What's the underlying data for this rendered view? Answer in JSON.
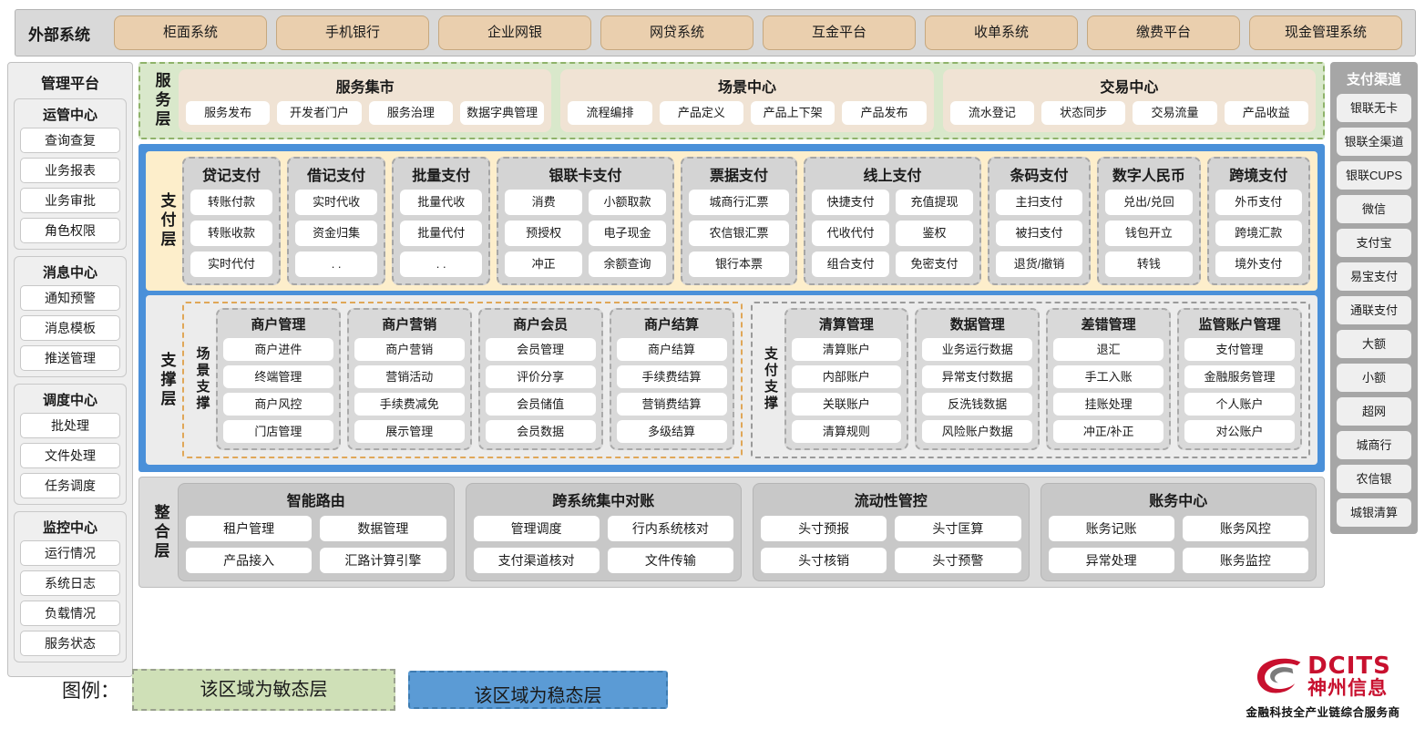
{
  "external": {
    "title": "外部系统",
    "systems": [
      "柜面系统",
      "手机银行",
      "企业网银",
      "网贷系统",
      "互金平台",
      "收单系统",
      "缴费平台",
      "现金管理系统"
    ]
  },
  "management": {
    "title": "管理平台",
    "groups": [
      {
        "title": "运管中心",
        "items": [
          "查询查复",
          "业务报表",
          "业务审批",
          "角色权限"
        ]
      },
      {
        "title": "消息中心",
        "items": [
          "通知预警",
          "消息模板",
          "推送管理"
        ]
      },
      {
        "title": "调度中心",
        "items": [
          "批处理",
          "文件处理",
          "任务调度"
        ]
      },
      {
        "title": "监控中心",
        "items": [
          "运行情况",
          "系统日志",
          "负载情况",
          "服务状态"
        ]
      }
    ]
  },
  "service_layer": {
    "label": "服务层",
    "cards": [
      {
        "title": "服务集市",
        "items": [
          "服务发布",
          "开发者门户",
          "服务治理",
          "数据字典管理"
        ]
      },
      {
        "title": "场景中心",
        "items": [
          "流程编排",
          "产品定义",
          "产品上下架",
          "产品发布"
        ]
      },
      {
        "title": "交易中心",
        "items": [
          "流水登记",
          "状态同步",
          "交易流量",
          "产品收益"
        ]
      }
    ]
  },
  "payment_layer": {
    "label": "支付层",
    "groups": [
      {
        "title": "贷记支付",
        "cols": 1,
        "items": [
          "转账付款",
          "转账收款",
          "实时代付"
        ]
      },
      {
        "title": "借记支付",
        "cols": 1,
        "items": [
          "实时代收",
          "资金归集",
          ". ."
        ]
      },
      {
        "title": "批量支付",
        "cols": 1,
        "items": [
          "批量代收",
          "批量代付",
          ". ."
        ]
      },
      {
        "title": "银联卡支付",
        "cols": 2,
        "items": [
          "消费",
          "小额取款",
          "预授权",
          "电子现金",
          "冲正",
          "余额查询"
        ]
      },
      {
        "title": "票据支付",
        "cols": 1,
        "items": [
          "城商行汇票",
          "农信银汇票",
          "银行本票"
        ]
      },
      {
        "title": "线上支付",
        "cols": 2,
        "items": [
          "快捷支付",
          "充值提现",
          "代收代付",
          "鉴权",
          "组合支付",
          "免密支付"
        ]
      },
      {
        "title": "条码支付",
        "cols": 1,
        "items": [
          "主扫支付",
          "被扫支付",
          "退货/撤销"
        ]
      },
      {
        "title": "数字人民币",
        "cols": 1,
        "items": [
          "兑出/兑回",
          "钱包开立",
          "转钱"
        ]
      },
      {
        "title": "跨境支付",
        "cols": 1,
        "items": [
          "外币支付",
          "跨境汇款",
          "境外支付"
        ]
      }
    ]
  },
  "support_layer": {
    "label": "支撑层",
    "boxes": [
      {
        "inner_label": "场景支撑",
        "columns": [
          {
            "title": "商户管理",
            "items": [
              "商户进件",
              "终端管理",
              "商户风控",
              "门店管理"
            ]
          },
          {
            "title": "商户营销",
            "items": [
              "商户营销",
              "营销活动",
              "手续费减免",
              "展示管理"
            ]
          },
          {
            "title": "商户会员",
            "items": [
              "会员管理",
              "评价分享",
              "会员储值",
              "会员数据"
            ]
          },
          {
            "title": "商户结算",
            "items": [
              "商户结算",
              "手续费结算",
              "营销费结算",
              "多级结算"
            ]
          }
        ]
      },
      {
        "inner_label": "支付支撑",
        "columns": [
          {
            "title": "清算管理",
            "items": [
              "清算账户",
              "内部账户",
              "关联账户",
              "清算规则"
            ]
          },
          {
            "title": "数据管理",
            "items": [
              "业务运行数据",
              "异常支付数据",
              "反洗钱数据",
              "风险账户数据"
            ]
          },
          {
            "title": "差错管理",
            "items": [
              "退汇",
              "手工入账",
              "挂账处理",
              "冲正/补正"
            ]
          },
          {
            "title": "监管账户管理",
            "items": [
              "支付管理",
              "金融服务管理",
              "个人账户",
              "对公账户"
            ]
          }
        ]
      }
    ]
  },
  "integration_layer": {
    "label": "整合层",
    "cards": [
      {
        "title": "智能路由",
        "items": [
          "租户管理",
          "数据管理",
          "产品接入",
          "汇路计算引擎"
        ]
      },
      {
        "title": "跨系统集中对账",
        "items": [
          "管理调度",
          "行内系统核对",
          "支付渠道核对",
          "文件传输"
        ]
      },
      {
        "title": "流动性管控",
        "items": [
          "头寸预报",
          "头寸匡算",
          "头寸核销",
          "头寸预警"
        ]
      },
      {
        "title": "账务中心",
        "items": [
          "账务记账",
          "账务风控",
          "异常处理",
          "账务监控"
        ]
      }
    ]
  },
  "channels": {
    "title": "支付渠道",
    "items": [
      "银联无卡",
      "银联全渠道",
      "银联CUPS",
      "微信",
      "支付宝",
      "易宝支付",
      "通联支付",
      "大额",
      "小额",
      "超网",
      "城商行",
      "农信银",
      "城银清算"
    ]
  },
  "legend": {
    "label": "图例：",
    "agile": "该区域为敏态层",
    "stable": "该区域为稳态层"
  },
  "logo": {
    "en": "DCITS",
    "cn": "神州信息",
    "tagline": "金融科技全产业链综合服务商"
  },
  "colors": {
    "agile_green": "#d9e8cb",
    "stable_blue": "#4a90d9",
    "payment_cream": "#fdeecb",
    "external_chip": "#eacfae",
    "brand_red": "#c8102e"
  }
}
